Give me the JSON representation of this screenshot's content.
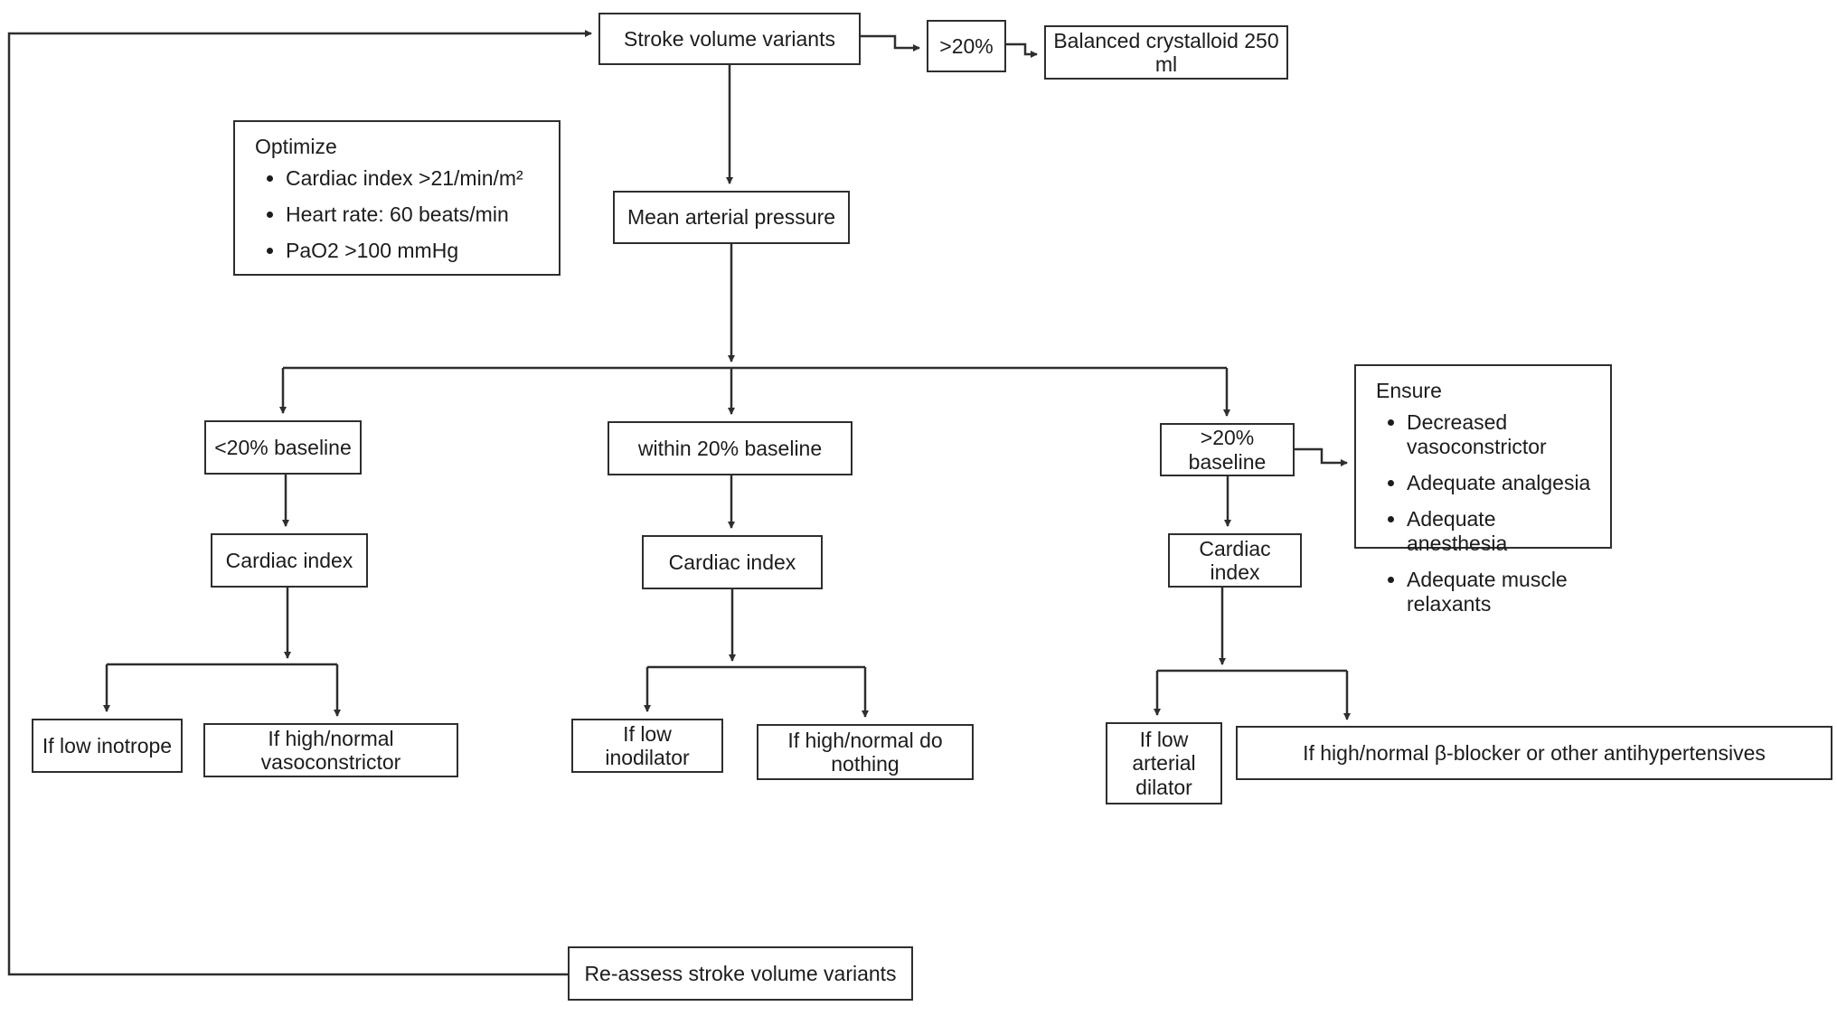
{
  "diagram": {
    "nodes": {
      "stroke_volume_variants": "Stroke volume variants",
      "gt20_trigger": ">20%",
      "balanced_crystalloid": "Balanced crystalloid 250 ml",
      "mean_arterial_pressure": "Mean arterial pressure",
      "lt20_baseline": "<20% baseline",
      "within20_baseline": "within 20% baseline",
      "gt20_baseline": ">20% baseline",
      "cardiac_index_left": "Cardiac index",
      "cardiac_index_mid": "Cardiac index",
      "cardiac_index_right": "Cardiac index",
      "low_inotrope": "If low inotrope",
      "high_normal_vasoconstrictor": "If high/normal vasoconstrictor",
      "low_inodilator": "If low inodilator",
      "high_normal_do_nothing": "If high/normal do nothing",
      "low_arterial_dilator": "If low arterial dilator",
      "high_normal_beta_blocker": "If high/normal β-blocker or other antihypertensives",
      "reassess": "Re-assess stroke volume variants"
    },
    "optimize": {
      "title": "Optimize",
      "items": [
        "Cardiac index >21/min/m²",
        "Heart rate: 60 beats/min",
        "PaO2 >100 mmHg"
      ]
    },
    "ensure": {
      "title": "Ensure",
      "items": [
        "Decreased vasoconstrictor",
        "Adequate analgesia",
        "Adequate anesthesia",
        "Adequate muscle relaxants"
      ]
    },
    "colors": {
      "line": "#2e2e2e",
      "box_border": "#2e2e2e",
      "background": "#ffffff",
      "text": "#1c1c1c"
    }
  }
}
